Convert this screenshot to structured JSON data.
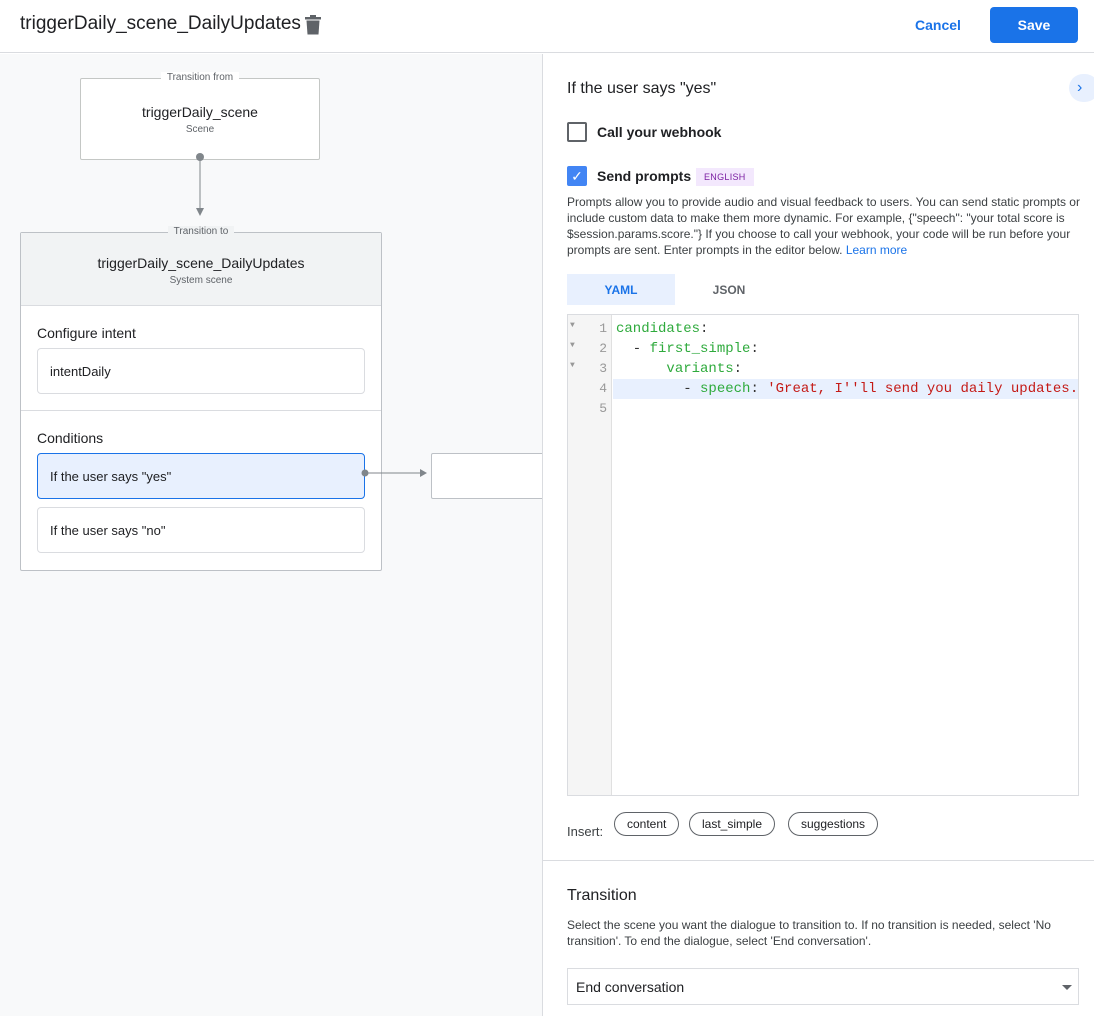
{
  "header": {
    "title": "triggerDaily_scene_DailyUpdates",
    "cancel_label": "Cancel",
    "save_label": "Save"
  },
  "canvas": {
    "from": {
      "legend": "Transition from",
      "name": "triggerDaily_scene",
      "type": "Scene"
    },
    "to": {
      "legend": "Transition to",
      "name": "triggerDaily_scene_DailyUpdates",
      "type": "System scene"
    },
    "configure_intent_label": "Configure intent",
    "intent": "intentDaily",
    "conditions_label": "Conditions",
    "conditions": [
      "If the user says \"yes\"",
      "If the user says \"no\""
    ]
  },
  "panel": {
    "title": "If the user says \"yes\"",
    "webhook": {
      "label": "Call your webhook",
      "checked": false
    },
    "prompts": {
      "label": "Send prompts",
      "checked": true,
      "badge": "ENGLISH"
    },
    "description": "Prompts allow you to provide audio and visual feedback to users. You can send static prompts or include custom data to make them more dynamic. For example, {\"speech\": \"your total score is $session.params.score.\"} If you choose to call your webhook, your code will be run before your prompts are sent. Enter prompts in the editor below.",
    "learn_more": "Learn more",
    "tabs": [
      "YAML",
      "JSON"
    ],
    "active_tab": "YAML",
    "code_lines": [
      "1",
      "2",
      "3",
      "4",
      "5"
    ],
    "code": {
      "l1k": "candidates",
      "l2k": "first_simple",
      "l3k": "variants",
      "l4k": "speech",
      "l4v": "'Great, I''ll send you daily updates.'"
    },
    "insert_label": "Insert:",
    "chips": [
      "content",
      "last_simple",
      "suggestions"
    ],
    "transition": {
      "title": "Transition",
      "description": "Select the scene you want the dialogue to transition to. If no transition is needed, select 'No transition'. To end the dialogue, select 'End conversation'.",
      "selected": "End conversation"
    }
  },
  "colors": {
    "accent": "#1a73e8",
    "selected_bg": "#e8f0fe",
    "badge": "#7b1fa2"
  }
}
